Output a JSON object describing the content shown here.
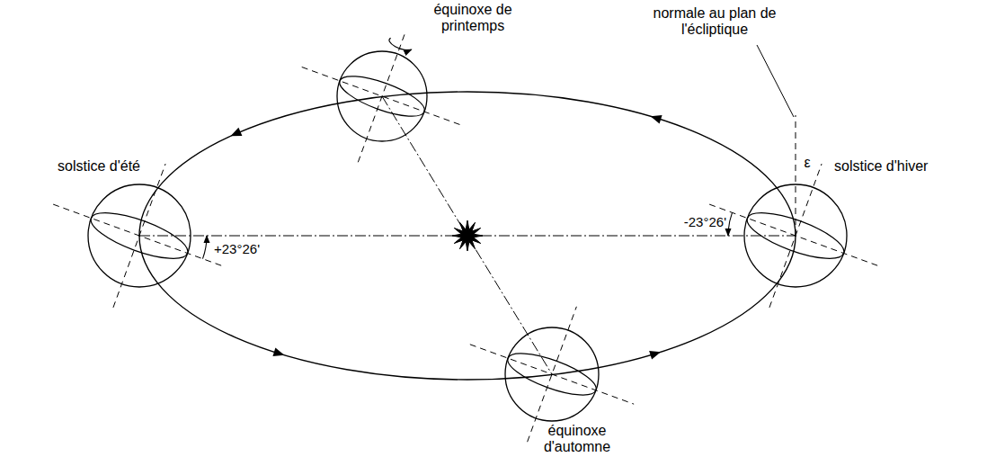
{
  "diagram": {
    "labels": [
      "équinoxe de printemps",
      "normale au plan de l'écliptique",
      "solstice d'été",
      "solstice d'hiver",
      "+23°26'",
      "-23°26'",
      "ε",
      "équinoxe d'automne"
    ]
  }
}
